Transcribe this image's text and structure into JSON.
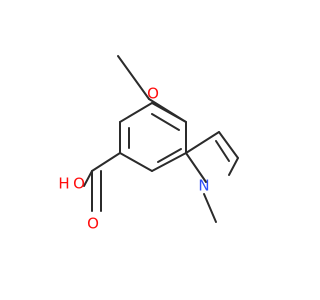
{
  "colors": {
    "bond": "#2b2b2b",
    "oxygen": "#ff0d0d",
    "nitrogen": "#3050f8",
    "background": "#ffffff"
  },
  "atoms": {
    "methoxy_oxygen": "O",
    "acid_oxygen_hydroxyl": "O",
    "acid_hydrogen": "H",
    "acid_oxygen_carbonyl": "O",
    "ring_nitrogen": "N"
  }
}
